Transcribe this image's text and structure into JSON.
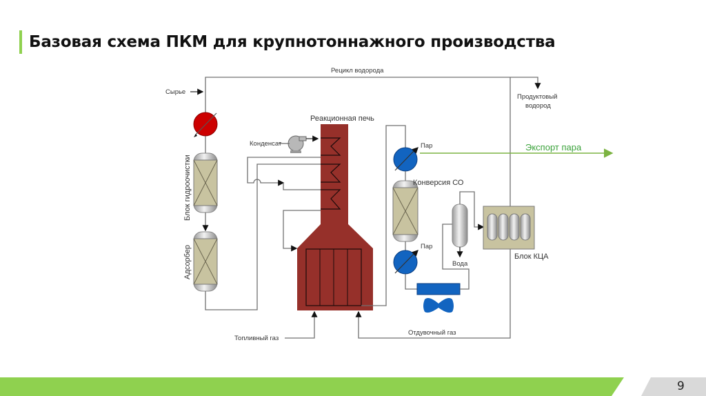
{
  "slide": {
    "title": "Базовая схема ПКМ для крупнотоннажного производства",
    "page_number": "9",
    "accent_color": "#8fd14f"
  },
  "diagram": {
    "labels": {
      "recycle_h2": "Рецикл водорода",
      "feed": "Сырье",
      "product_h2_line1": "Продуктовый",
      "product_h2_line2": "водород",
      "reaction_furnace": "Реакционная печь",
      "condensate": "Конденсат",
      "steam_1": "Пар",
      "steam_2": "Пар",
      "steam_export": "Экспорт пара",
      "co_conversion": "Конверсия СО",
      "hydrotreating_block": "Блок гидроочистки",
      "adsorber": "Адсорбер",
      "water": "Вода",
      "psa_block": "Блок КЦА",
      "fuel_gas": "Топливный газ",
      "purge_gas": "Отдувочный газ"
    },
    "colors": {
      "furnace": "#96302a",
      "feed_heater": "#cc0000",
      "steam_exchanger": "#1264c0",
      "vessel_fill": "#c8c3a0",
      "steam_export_line": "#7cb342"
    }
  }
}
